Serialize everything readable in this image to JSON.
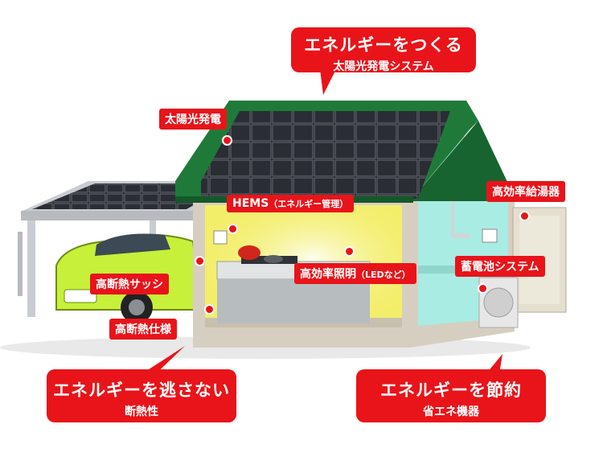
{
  "callouts": {
    "top": {
      "main": "エネルギーをつくる",
      "sub": "太陽光発電システム"
    },
    "left": {
      "main": "エネルギーを逃さない",
      "sub": "断熱性"
    },
    "right": {
      "main": "エネルギーを節約",
      "sub": "省エネ機器"
    }
  },
  "labels": {
    "solar": "太陽光発電",
    "hems": "HEMS",
    "hems_note": "（エネルギー管理）",
    "water_heater": "高効率給湯器",
    "lighting": "高効率照明",
    "lighting_note": "（LEDなど）",
    "battery": "蓄電池システム",
    "sash": "高断熱サッシ",
    "insulation": "高断熱仕様"
  },
  "colors": {
    "accent": "#e8141a",
    "roof": "#1f7a3a",
    "panel": "#1b1d22",
    "interior_wall": "#f3ee6a",
    "bathroom_wall": "#a9ece3",
    "house_shell": "#d6cfc1",
    "car": "#c6f03a"
  }
}
